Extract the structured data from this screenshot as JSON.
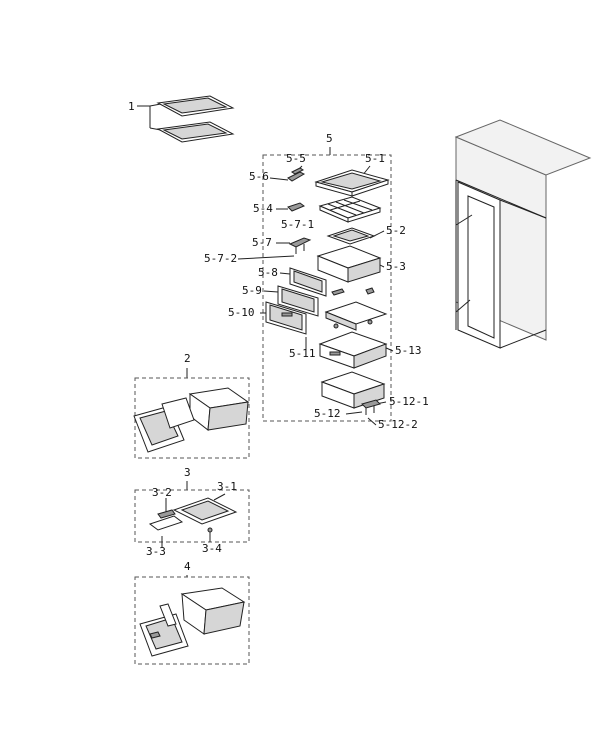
{
  "labels": {
    "p1": "1",
    "p2": "2",
    "p3": "3",
    "p3_1": "3-1",
    "p3_2": "3-2",
    "p3_3": "3-3",
    "p3_4": "3-4",
    "p4": "4",
    "p5": "5",
    "p5_1": "5-1",
    "p5_2": "5-2",
    "p5_3": "5-3",
    "p5_4": "5-4",
    "p5_5": "5-5",
    "p5_6": "5-6",
    "p5_7": "5-7",
    "p5_7_1": "5-7-1",
    "p5_7_2": "5-7-2",
    "p5_8": "5-8",
    "p5_9": "5-9",
    "p5_10": "5-10",
    "p5_11": "5-11",
    "p5_12": "5-12",
    "p5_12_1": "5-12-1",
    "p5_12_2": "5-12-2",
    "p5_13": "5-13"
  }
}
